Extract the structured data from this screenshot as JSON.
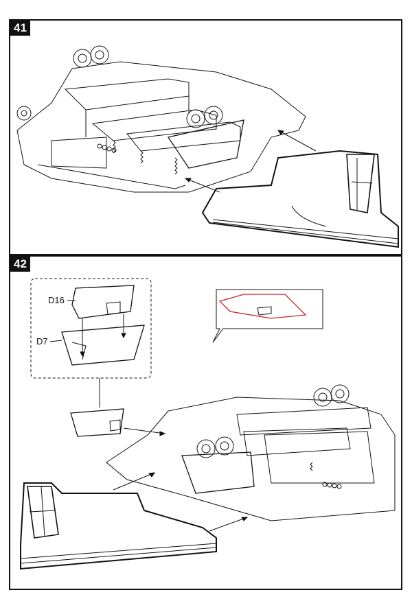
{
  "steps": [
    {
      "number": "41"
    },
    {
      "number": "42"
    }
  ],
  "parts": {
    "upper_part": "D16",
    "lower_part": "D7"
  },
  "colors": {
    "line": "#111111",
    "highlight": "#cc2222",
    "background": "#ffffff"
  }
}
